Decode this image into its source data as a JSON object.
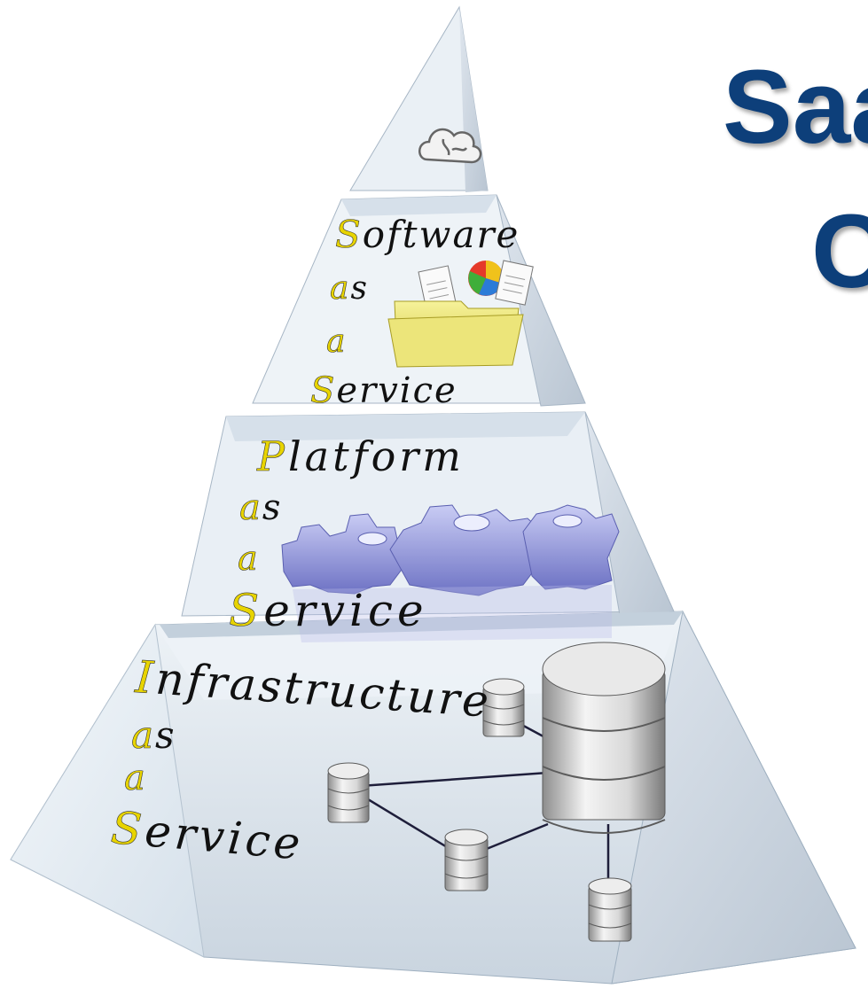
{
  "title_fragments": [
    "Saa",
    "C"
  ],
  "tiers": [
    {
      "id": "saas",
      "lines": [
        {
          "cap": "S",
          "rest": "oftware"
        },
        {
          "cap": "a",
          "rest": "s"
        },
        {
          "cap": "a",
          "rest": ""
        },
        {
          "cap": "S",
          "rest": "ervice"
        }
      ]
    },
    {
      "id": "paas",
      "lines": [
        {
          "cap": "P",
          "rest": "latform"
        },
        {
          "cap": "a",
          "rest": "s"
        },
        {
          "cap": "a",
          "rest": ""
        },
        {
          "cap": "S",
          "rest": "ervice"
        }
      ]
    },
    {
      "id": "iaas",
      "lines": [
        {
          "cap": "I",
          "rest": "nfrastructure"
        },
        {
          "cap": "a",
          "rest": "s"
        },
        {
          "cap": "a",
          "rest": ""
        },
        {
          "cap": "S",
          "rest": "ervice"
        }
      ]
    }
  ],
  "colors": {
    "title": "#0d3f7a",
    "capital_letters": "#e8d400",
    "glass": "#e4ecf4",
    "gears": "#8a8ed8",
    "folder": "#e9e26a"
  },
  "icons": [
    "cloud-puzzle-icon",
    "document-icon",
    "pie-chart-icon",
    "folder-icon",
    "gear-icon",
    "database-icon"
  ]
}
